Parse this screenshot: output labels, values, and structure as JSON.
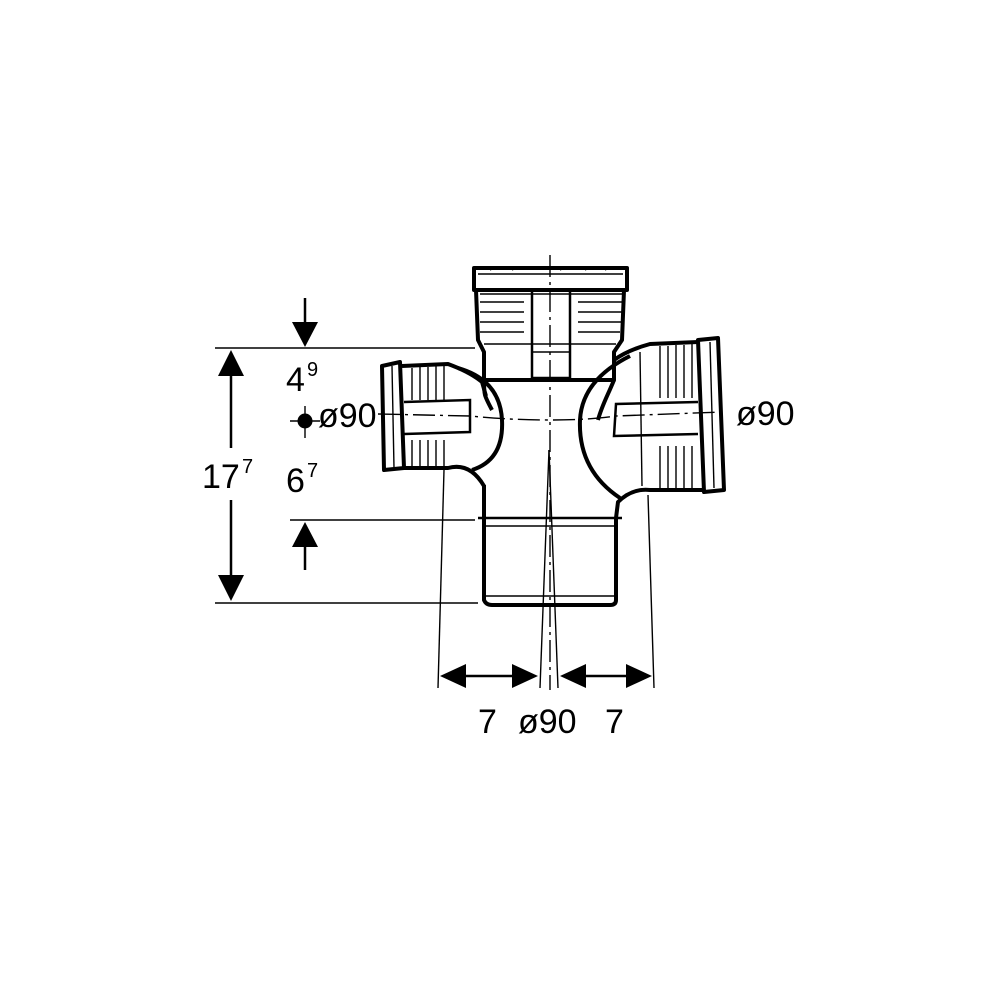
{
  "drawing": {
    "dimensions": {
      "total_height": {
        "main": "17",
        "sup": "7"
      },
      "top_offset": {
        "main": "4",
        "sup": "9"
      },
      "bottom_offset": {
        "main": "6",
        "sup": "7"
      },
      "left_branch_dia": "ø90",
      "right_branch_dia": "ø90",
      "main_dia": "ø90",
      "left_width": "7",
      "right_width": "7"
    },
    "colors": {
      "line": "#000000",
      "background": "#ffffff"
    }
  }
}
